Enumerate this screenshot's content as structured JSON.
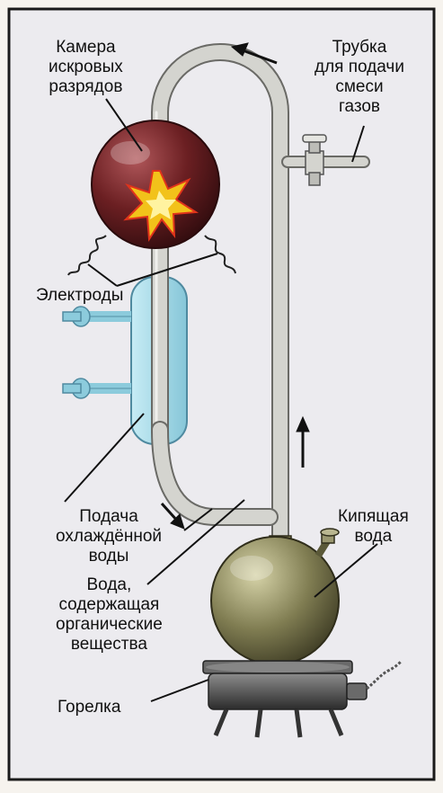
{
  "labels": {
    "spark_chamber": [
      "Камера",
      "искровых",
      "разрядов"
    ],
    "gas_tube": [
      "Трубка",
      "для подачи",
      "смеси",
      "газов"
    ],
    "electrodes": [
      "Электроды"
    ],
    "cold_water": [
      "Подача",
      "охлаждённой",
      "воды"
    ],
    "boiling_water": [
      "Кипящая",
      "вода"
    ],
    "organic_water": [
      "Вода,",
      "содержащая",
      "органические",
      "вещества"
    ],
    "burner": [
      "Горелка"
    ]
  },
  "colors": {
    "background": "#ecebef",
    "frame": "#1a1a1a",
    "glass": "#c9c9c4",
    "chamber": "#6b1f22",
    "spark": "#f2c21a",
    "condenser": "#a9d9e6",
    "flask": "#807d52",
    "burner": "#4a4a4a"
  }
}
